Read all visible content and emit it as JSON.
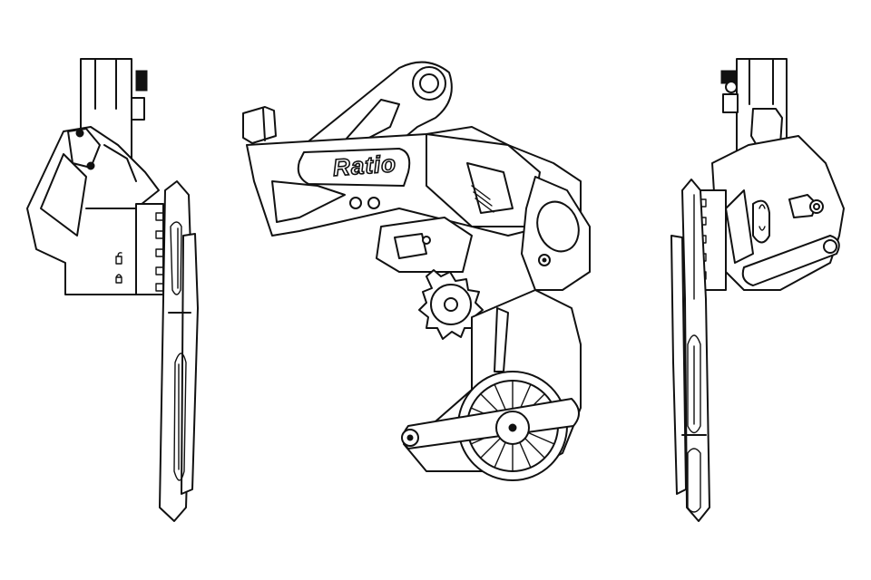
{
  "figure": {
    "subject": "Bicycle rear derailleur line drawing",
    "views": [
      "left-side-view",
      "perspective-view",
      "right-side-view"
    ],
    "brand_logo_text": "Ratio",
    "colors": {
      "line": "#111111",
      "background": "#ffffff"
    }
  }
}
